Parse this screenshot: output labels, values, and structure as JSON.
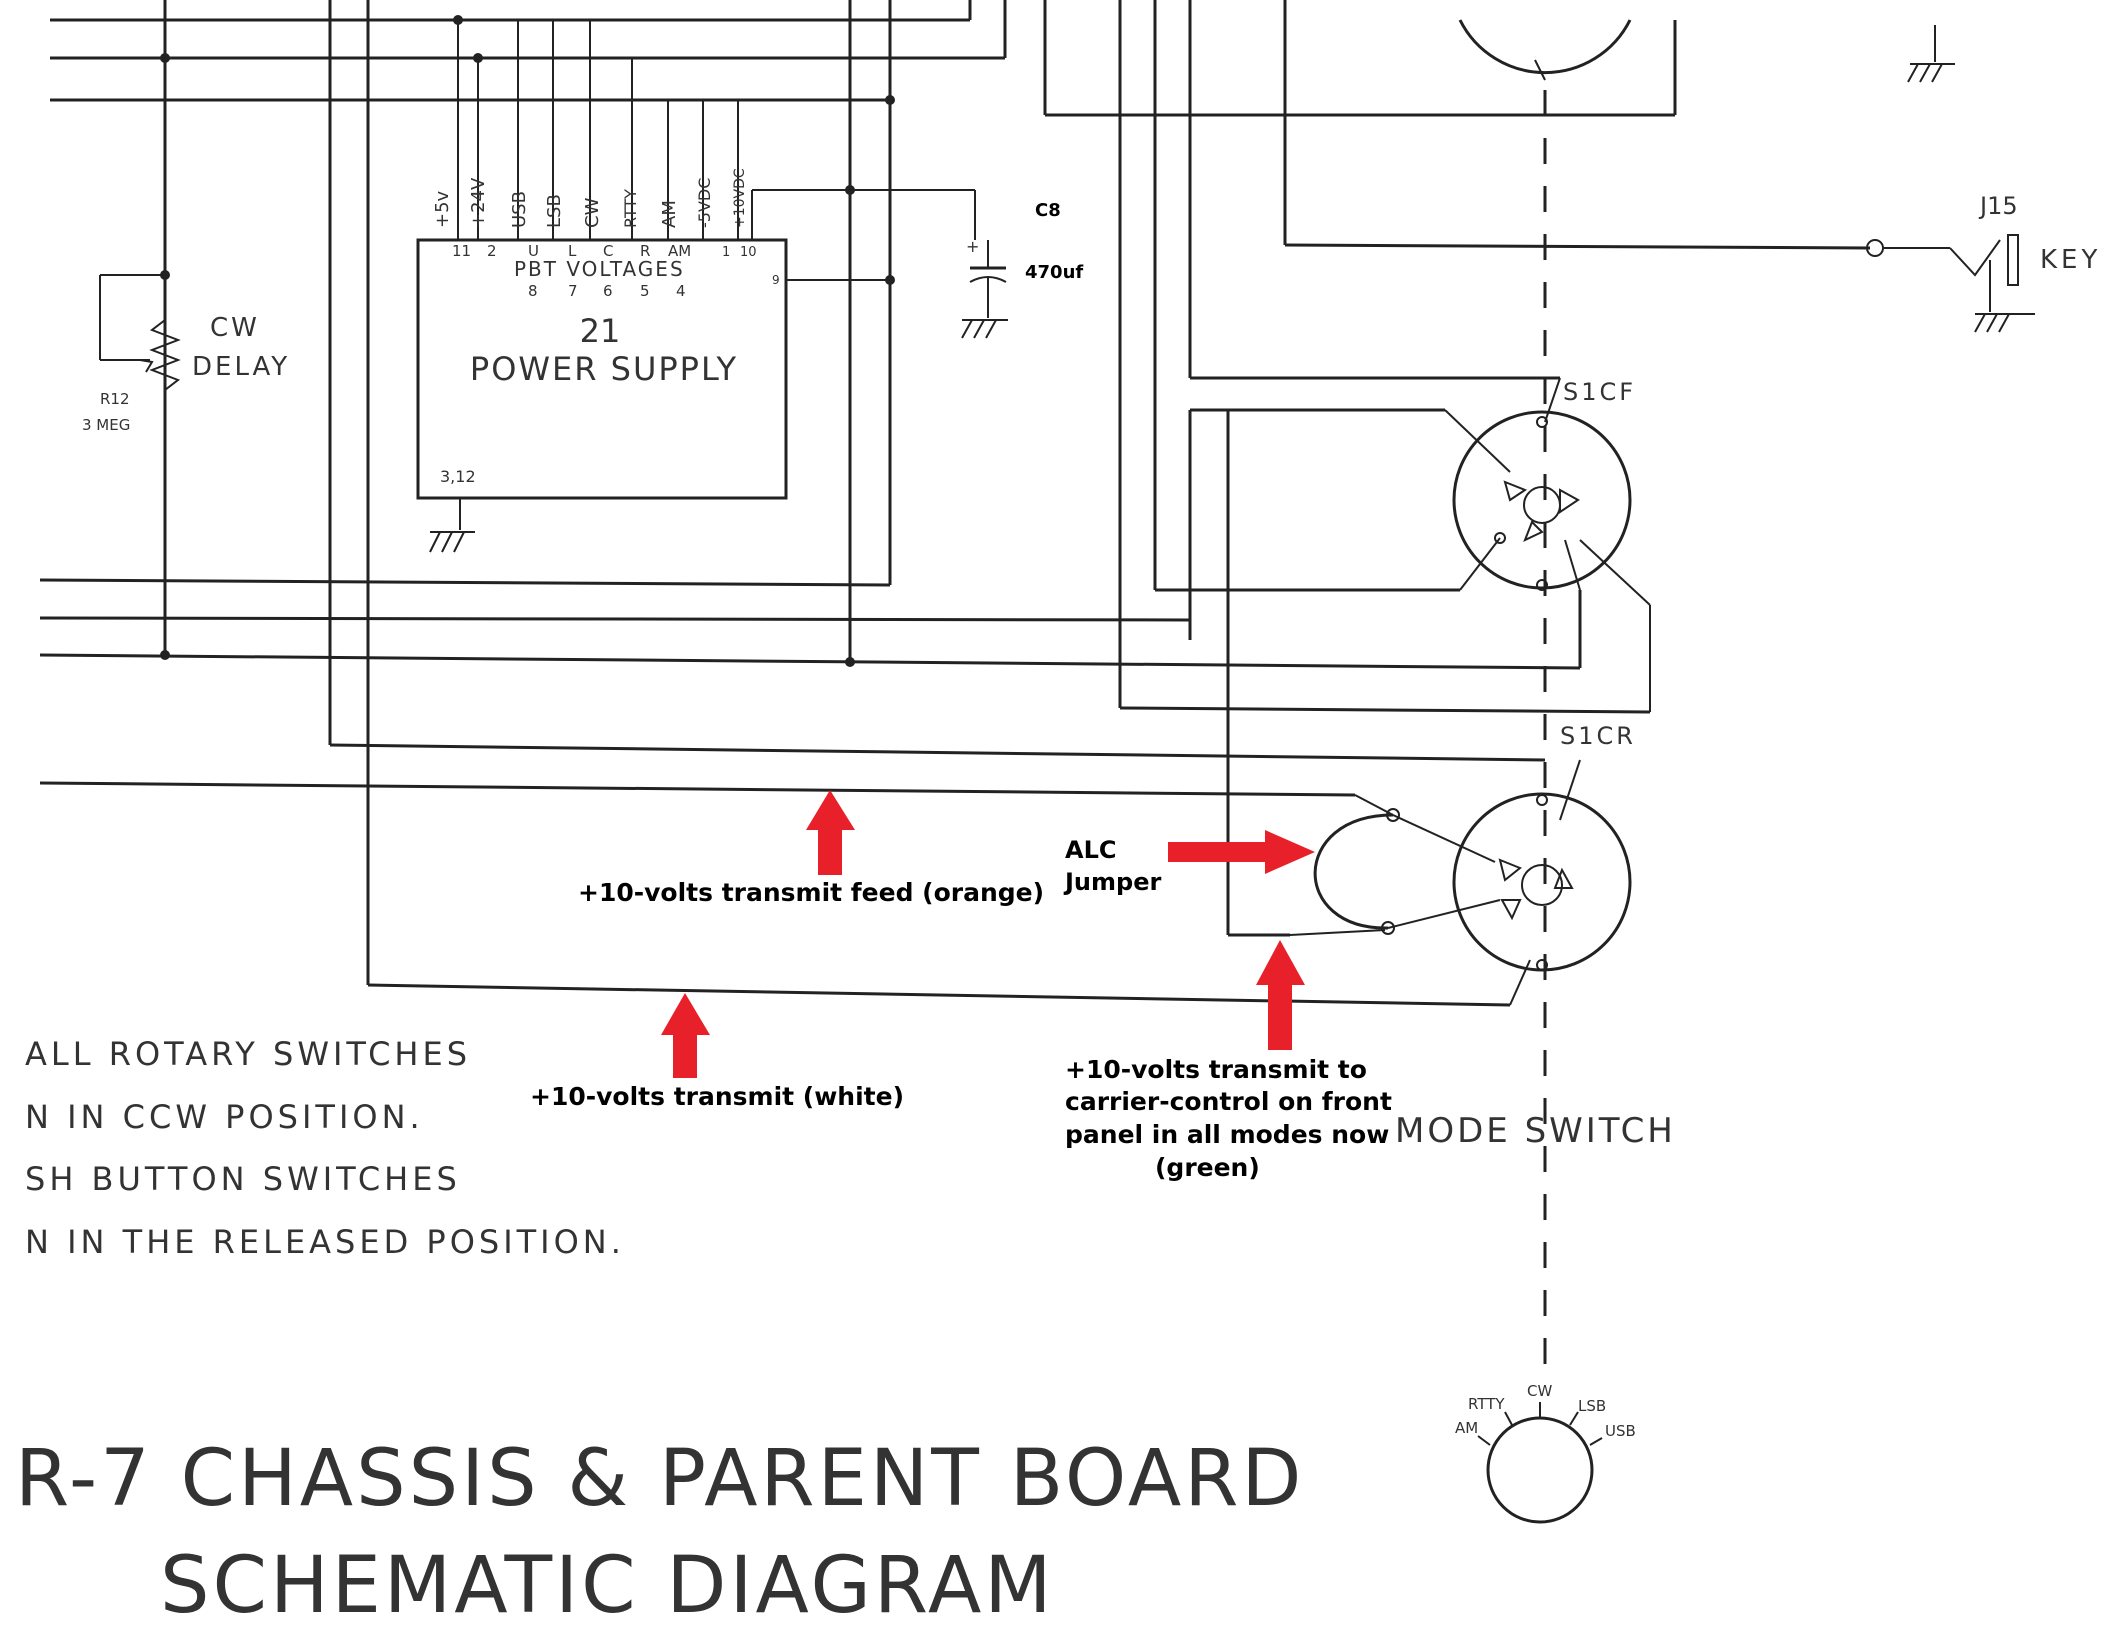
{
  "power_supply": {
    "number": "21",
    "name": "POWER SUPPLY",
    "voltages_label": "PBT VOLTAGES",
    "ground_pins": "3,12",
    "top_pins": [
      "11",
      "2",
      "U",
      "L",
      "C",
      "R",
      "AM",
      "1",
      "10"
    ],
    "bottom_pins": [
      "8",
      "7",
      "6",
      "5",
      "4"
    ],
    "side_pin": "9",
    "supply_labels": [
      "+5v",
      "+24V",
      "USB",
      "LSB",
      "CW",
      "RTTY",
      "AM",
      "-5VDC",
      "+10VDC"
    ]
  },
  "capacitor": {
    "ref": "C8",
    "value": "470uf"
  },
  "pot": {
    "label_line1": "CW",
    "label_line2": "DELAY",
    "ref": "R12",
    "value": "3 MEG"
  },
  "jack": {
    "ref": "J15",
    "label": "KEY"
  },
  "switches": {
    "front": "S1CF",
    "rear": "S1CR",
    "mode_switch": "MODE SWITCH"
  },
  "mode_knob": [
    "AM",
    "RTTY",
    "CW",
    "LSB",
    "USB"
  ],
  "annotations": {
    "alc_line1": "ALC",
    "alc_line2": "Jumper",
    "orange": "+10-volts transmit feed (orange)",
    "white": "+10-volts transmit (white)",
    "green_line1": "+10-volts transmit to",
    "green_line2": "carrier-control on front",
    "green_line3": "panel in all modes now",
    "green_line4": "(green)"
  },
  "notes": [
    "ALL ROTARY SWITCHES",
    "N IN CCW POSITION.",
    "SH BUTTON SWITCHES",
    "N IN THE RELEASED POSITION."
  ],
  "title": {
    "line1": "R-7 CHASSIS & PARENT BOARD",
    "line2": "SCHEMATIC DIAGRAM"
  },
  "colors": {
    "arrow": "#e8202a",
    "ink": "#222222"
  }
}
